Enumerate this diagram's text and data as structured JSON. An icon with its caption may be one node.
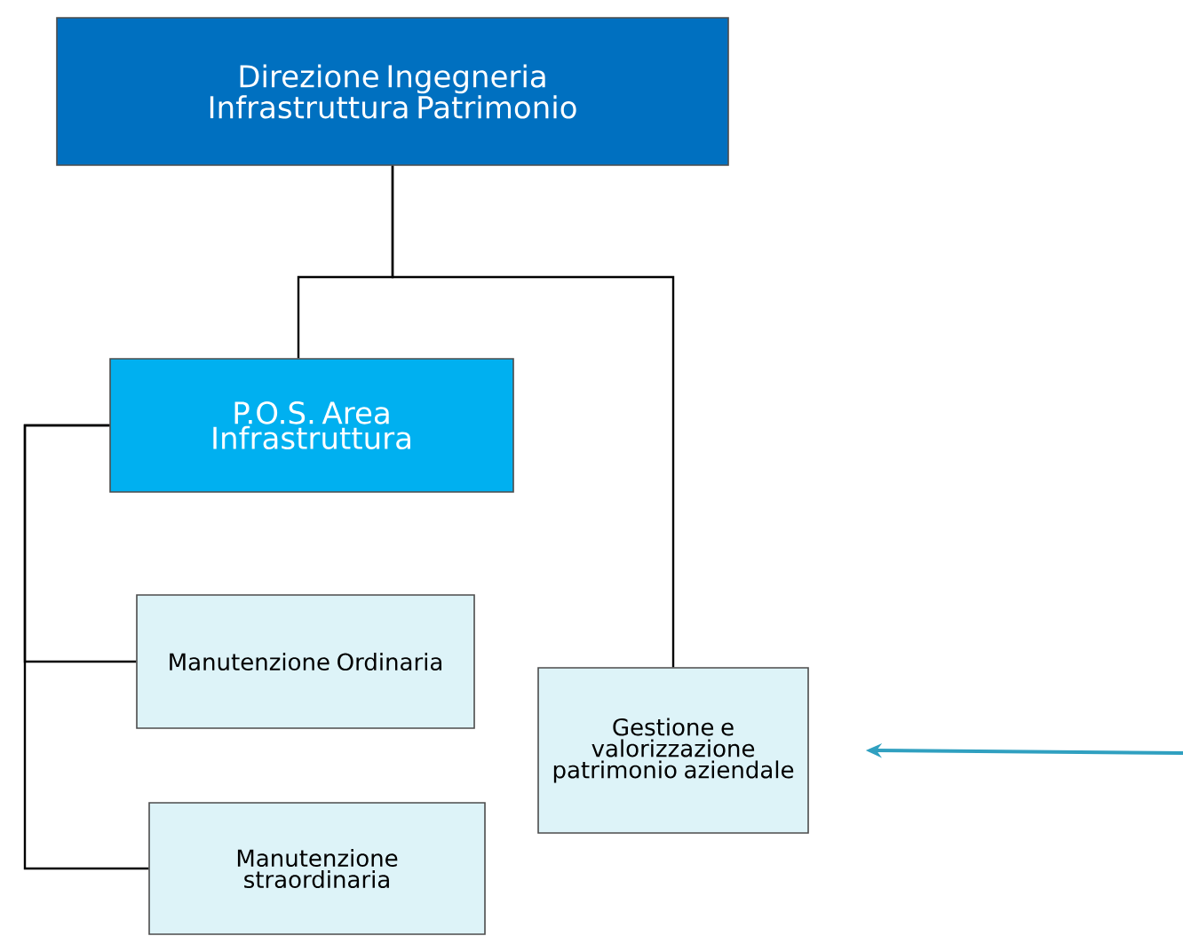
{
  "diagram": {
    "nodes": [
      {
        "text": [
          "Direzione Ingegneria Infrastruttura Patrimonio"
        ]
      },
      {
        "text": [
          "P.O.S. Area Infrastruttura"
        ]
      },
      {
        "text": [
          "Manutenzione Ordinaria"
        ]
      },
      {
        "text": [
          "Manutenzione straordinaria"
        ]
      },
      {
        "text": [
          "Gestione e valorizzazione patrimonio aziendale"
        ]
      }
    ],
    "edges": [
      {
        "from": 0,
        "to": 1,
        "arrow": "none"
      },
      {
        "from": 0,
        "to": 4,
        "arrow": "none"
      },
      {
        "from": 1,
        "to": 2,
        "arrow": "none"
      },
      {
        "from": 1,
        "to": 3,
        "arrow": "none"
      },
      {
        "from": null,
        "to": 4,
        "arrow": "to",
        "color": "#30a0c0"
      }
    ]
  }
}
